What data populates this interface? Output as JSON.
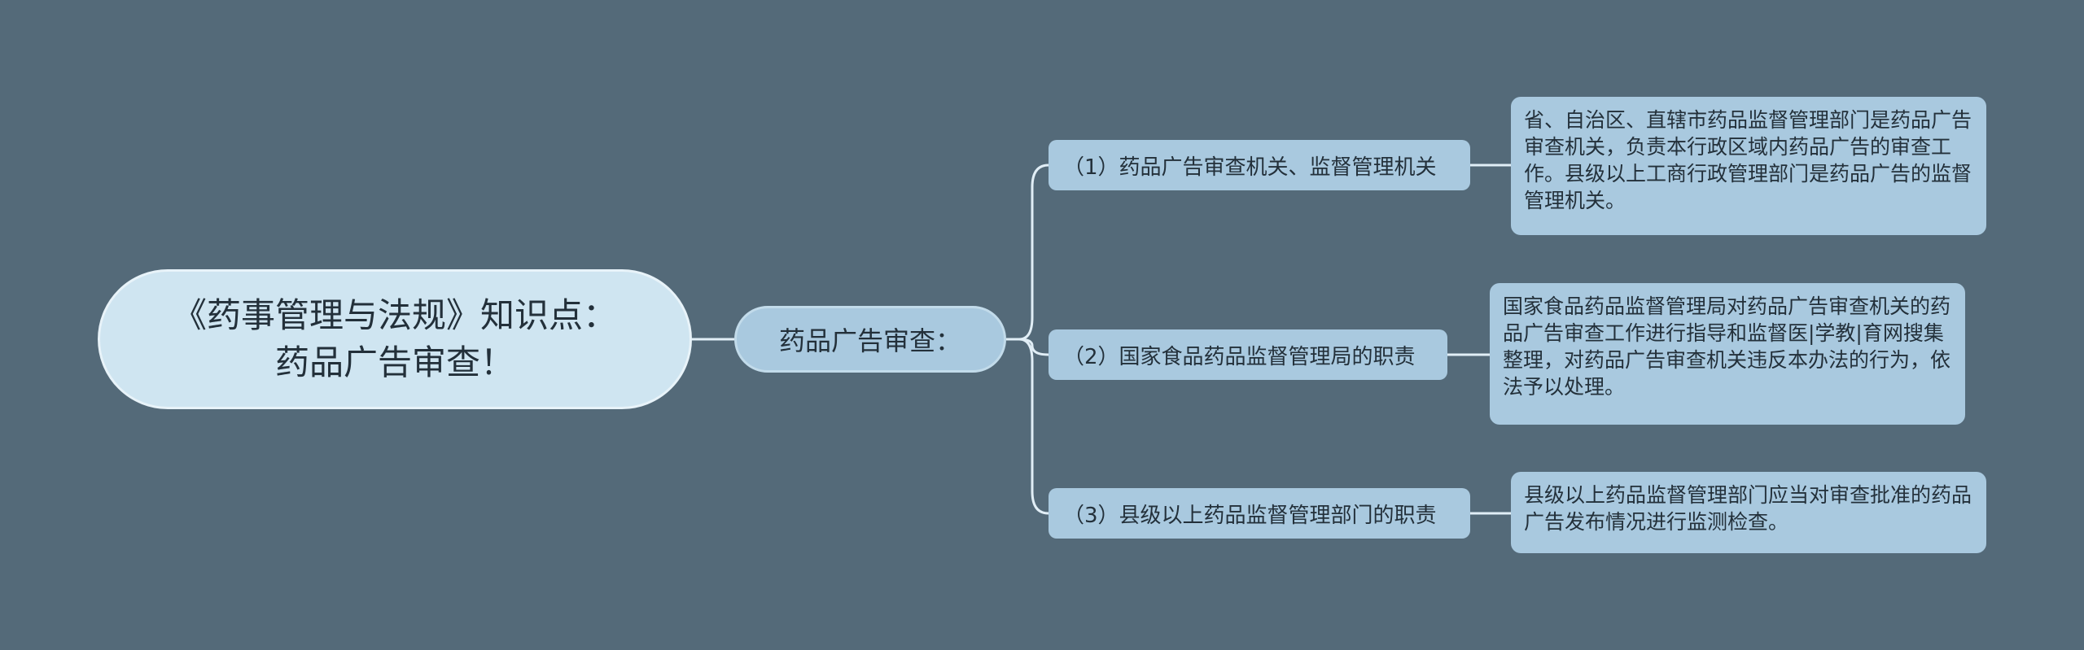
{
  "colors": {
    "background": "#546a79",
    "root_fill": "#cfe5f1",
    "node_fill": "#a9c9df",
    "connector": "#e1eef6"
  },
  "root": {
    "text": "《药事管理与法规》知识点：药品广告审查！"
  },
  "main_topic": {
    "text": "药品广告审查："
  },
  "branches": [
    {
      "label": "（1）药品广告审查机关、监督管理机关",
      "detail": "省、自治区、直辖市药品监督管理部门是药品广告审查机关，负责本行政区域内药品广告的审查工作。县级以上工商行政管理部门是药品广告的监督管理机关。"
    },
    {
      "label": "（2）国家食品药品监督管理局的职责",
      "detail": "国家食品药品监督管理局对药品广告审查机关的药品广告审查工作进行指导和监督医|学教|育网搜集整理，对药品广告审查机关违反本办法的行为，依法予以处理。"
    },
    {
      "label": "（3）县级以上药品监督管理部门的职责",
      "detail": "县级以上药品监督管理部门应当对审查批准的药品广告发布情况进行监测检查。"
    }
  ]
}
